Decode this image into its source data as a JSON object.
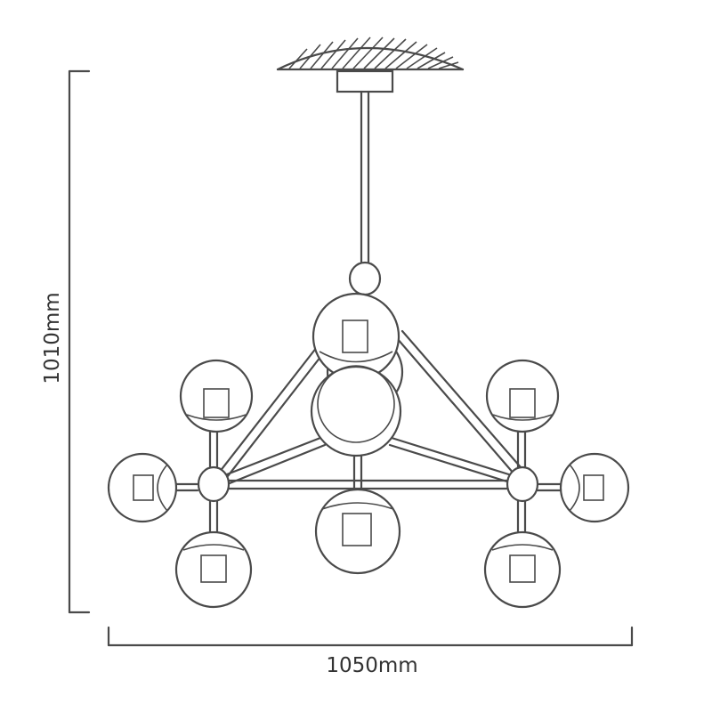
{
  "diagram": {
    "subject": "chandelier",
    "height_label": "1010mm",
    "width_label": "1050mm",
    "line_color": "#4a4a4a",
    "background": "#ffffff"
  }
}
